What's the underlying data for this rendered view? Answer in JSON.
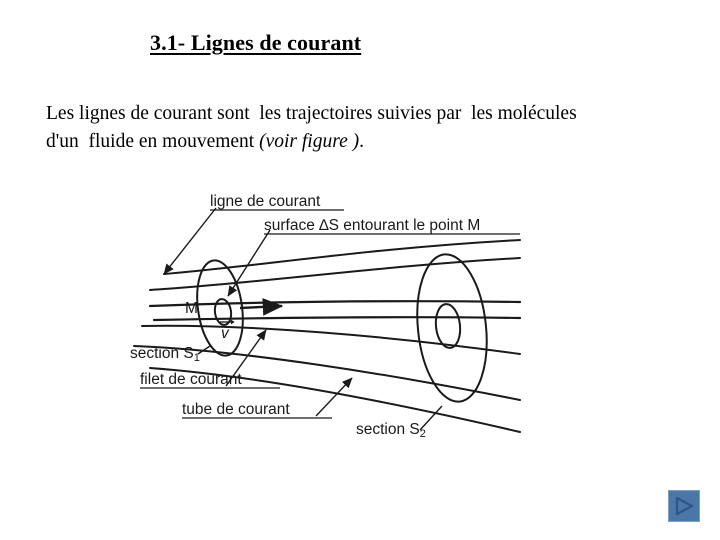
{
  "slide": {
    "background_color": "#ffffff",
    "title": "3.1- Lignes de courant",
    "body_text_part1": "Les lignes de courant sont  les trajectoires suivies par  les molécules d'un  fluide en mouvement ",
    "body_text_italic": "(voir figure )",
    "body_text_part3": "."
  },
  "figure": {
    "caption_note": "Schéma d'un tube de courant avec lignes de courant, filet de courant, sections S1 et S2",
    "labels": {
      "ligne_de_courant": "ligne de courant",
      "surface_ds": "surface ∆S entourant le point M",
      "point_m": "M",
      "vitesse": "v",
      "section_s1": "section S",
      "section_s1_sub": "1",
      "filet_de_courant": "filet de courant",
      "tube_de_courant": "tube de courant",
      "section_s2": "section S",
      "section_s2_sub": "2"
    },
    "line_color": "#1a1a1a",
    "label_color": "#1a1a1a"
  },
  "navigation": {
    "next_label": "next-slide",
    "button_fill": "#4a76a8",
    "triangle_color": "#2f5682"
  }
}
